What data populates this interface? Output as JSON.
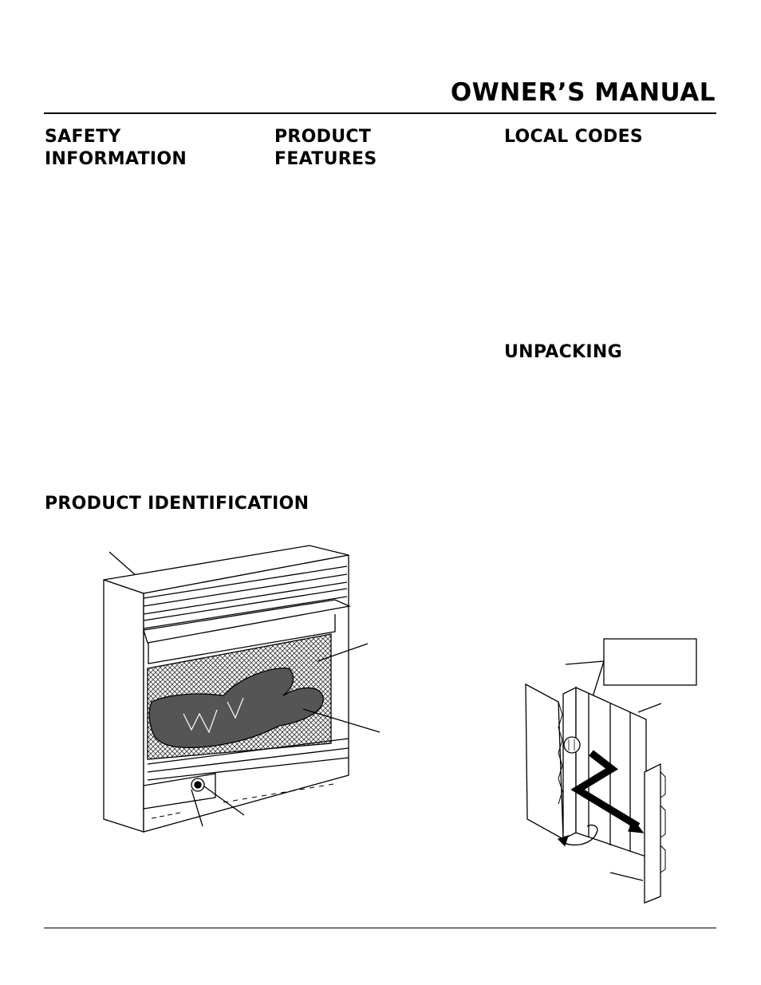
{
  "document": {
    "title": "OWNER’S MANUAL",
    "sections": {
      "safety": [
        "SAFETY",
        "INFORMATION"
      ],
      "features": [
        "PRODUCT",
        "FEATURES"
      ],
      "local_codes": "LOCAL CODES",
      "unpacking": "UNPACKING",
      "identification": "PRODUCT IDENTIFICATION"
    }
  },
  "figures": {
    "heater": {
      "icon": "vent-free-gas-log-heater-illustration"
    },
    "unpacking": {
      "icon": "carton-unpacking-illustration"
    }
  }
}
